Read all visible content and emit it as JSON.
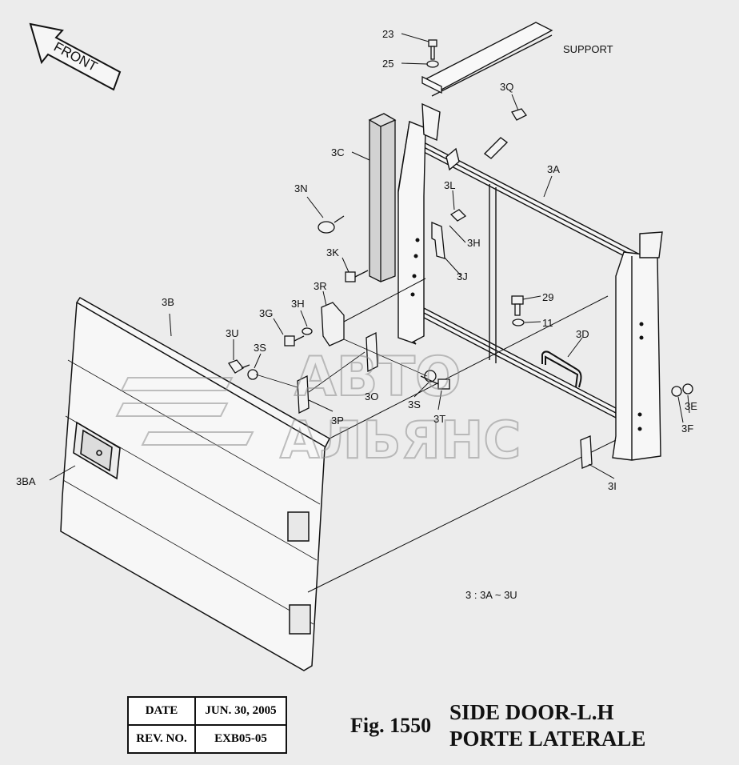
{
  "front_arrow": {
    "label": "FRONT"
  },
  "support_label": "SUPPORT",
  "callouts": [
    {
      "id": "23",
      "text": "23"
    },
    {
      "id": "25",
      "text": "25"
    },
    {
      "id": "3Q",
      "text": "3Q"
    },
    {
      "id": "3C",
      "text": "3C"
    },
    {
      "id": "3A",
      "text": "3A"
    },
    {
      "id": "3N",
      "text": "3N"
    },
    {
      "id": "3L",
      "text": "3L"
    },
    {
      "id": "3H-upper",
      "text": "3H"
    },
    {
      "id": "3K",
      "text": "3K"
    },
    {
      "id": "3J",
      "text": "3J"
    },
    {
      "id": "3R",
      "text": "3R"
    },
    {
      "id": "3B",
      "text": "3B"
    },
    {
      "id": "29",
      "text": "29"
    },
    {
      "id": "11",
      "text": "11"
    },
    {
      "id": "3H-lower",
      "text": "3H"
    },
    {
      "id": "3G",
      "text": "3G"
    },
    {
      "id": "3U",
      "text": "3U"
    },
    {
      "id": "3S-left",
      "text": "3S"
    },
    {
      "id": "3D",
      "text": "3D"
    },
    {
      "id": "3O",
      "text": "3O"
    },
    {
      "id": "3S-right",
      "text": "3S"
    },
    {
      "id": "3T",
      "text": "3T"
    },
    {
      "id": "3P",
      "text": "3P"
    },
    {
      "id": "3E",
      "text": "3E"
    },
    {
      "id": "3F",
      "text": "3F"
    },
    {
      "id": "3BA",
      "text": "3BA"
    },
    {
      "id": "3I",
      "text": "3I"
    }
  ],
  "kit_note": "3 : 3A ~ 3U",
  "watermark": {
    "line1": "АВТО",
    "line2": "АЛЬЯНС"
  },
  "info": {
    "date_label": "DATE",
    "date_value": "JUN. 30, 2005",
    "rev_label": "REV. NO.",
    "rev_value": "EXB05-05"
  },
  "figure": {
    "number": "Fig. 1550",
    "title_line1": "SIDE DOOR-L.H",
    "title_line2": "PORTE LATERALE"
  }
}
